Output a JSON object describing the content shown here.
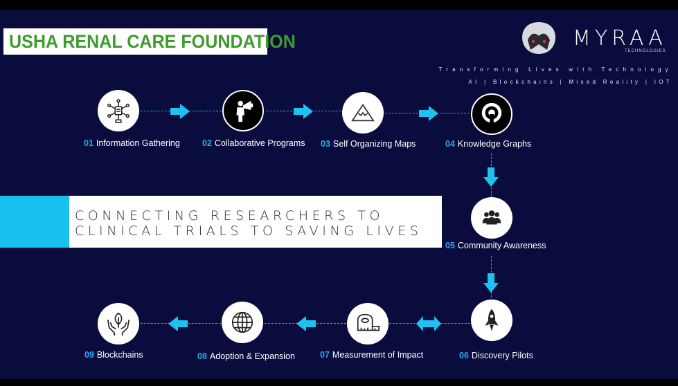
{
  "header": {
    "org_name": "USHA RENAL CARE FOUNDATION",
    "company_wordmark": "MYRAA",
    "company_sub": "TECHNOLOGIES",
    "tagline": "Transforming Lives with Technology",
    "tech_list": "AI | Blockchains | Mixed Reality | IOT"
  },
  "banner": {
    "line1": "CONNECTING RESEARCHERS TO",
    "line2": "CLINICAL TRIALS TO SAVING LIVES",
    "accent_color": "#17c0ee"
  },
  "colors": {
    "background": "#0b0c3e",
    "accent": "#2aa8e8",
    "arrow": "#1ec2f0",
    "org_green": "#3e9b2e"
  },
  "steps": [
    {
      "num": "01",
      "label": "Information Gathering",
      "icon": "info-network-icon"
    },
    {
      "num": "02",
      "label": "Collaborative Programs",
      "icon": "megaphone-person-icon"
    },
    {
      "num": "03",
      "label": "Self Organizing Maps",
      "icon": "mountain-triangle-icon"
    },
    {
      "num": "04",
      "label": "Knowledge Graphs",
      "icon": "open-source-ring-icon"
    },
    {
      "num": "05",
      "label": "Community Awareness",
      "icon": "people-group-icon"
    },
    {
      "num": "06",
      "label": "Discovery Pilots",
      "icon": "rocket-icon"
    },
    {
      "num": "07",
      "label": "Measurement of Impact",
      "icon": "tape-measure-icon"
    },
    {
      "num": "08",
      "label": "Adoption & Expansion",
      "icon": "globe-icon"
    },
    {
      "num": "09",
      "label": "Blockchains",
      "icon": "hands-leaf-icon"
    }
  ]
}
